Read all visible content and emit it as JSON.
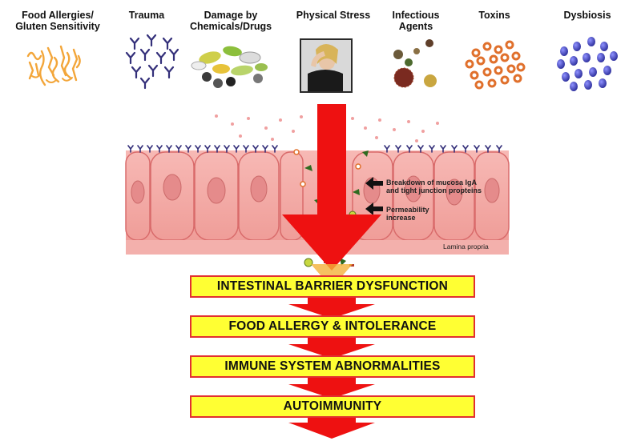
{
  "causes": [
    {
      "label": "Food Allergies/\nGluten Sensitivity",
      "icon": "gluten-molecule-icon"
    },
    {
      "label": "Trauma",
      "icon": "antibody-icon"
    },
    {
      "label": "Damage by\nChemicals/Drugs",
      "icon": "pills-icon"
    },
    {
      "label": "Physical Stress",
      "icon": "stressed-woman-icon"
    },
    {
      "label": "Infectious\nAgents",
      "icon": "microbe-icon"
    },
    {
      "label": "Toxins",
      "icon": "toxin-particles-icon"
    },
    {
      "label": "Dysbiosis",
      "icon": "bacteria-icon"
    }
  ],
  "annotations": {
    "breakdown": "Breakdown of mucosa IgA\nand tight junction propteins",
    "permeability": "Permeability\nincrease",
    "lamina": "Lamina propria"
  },
  "stages": [
    "INTESTINAL BARRIER DYSFUNCTION",
    "FOOD ALLERGY & INTOLERANCE",
    "IMMUNE SYSTEM ABNORMALITIES",
    "AUTOIMMUNITY"
  ],
  "colors": {
    "arrow_red": "#ee1111",
    "stage_fill": "#ffff33",
    "stage_border": "#e23030",
    "cell_fill": "#f2a7a4",
    "cell_border": "#d96b6b",
    "nucleus": "#e58b8b",
    "gluten": "#f3a63a",
    "antibody": "#34307a",
    "toxin": "#e0702c",
    "bacteria": "#3d3fb0"
  }
}
